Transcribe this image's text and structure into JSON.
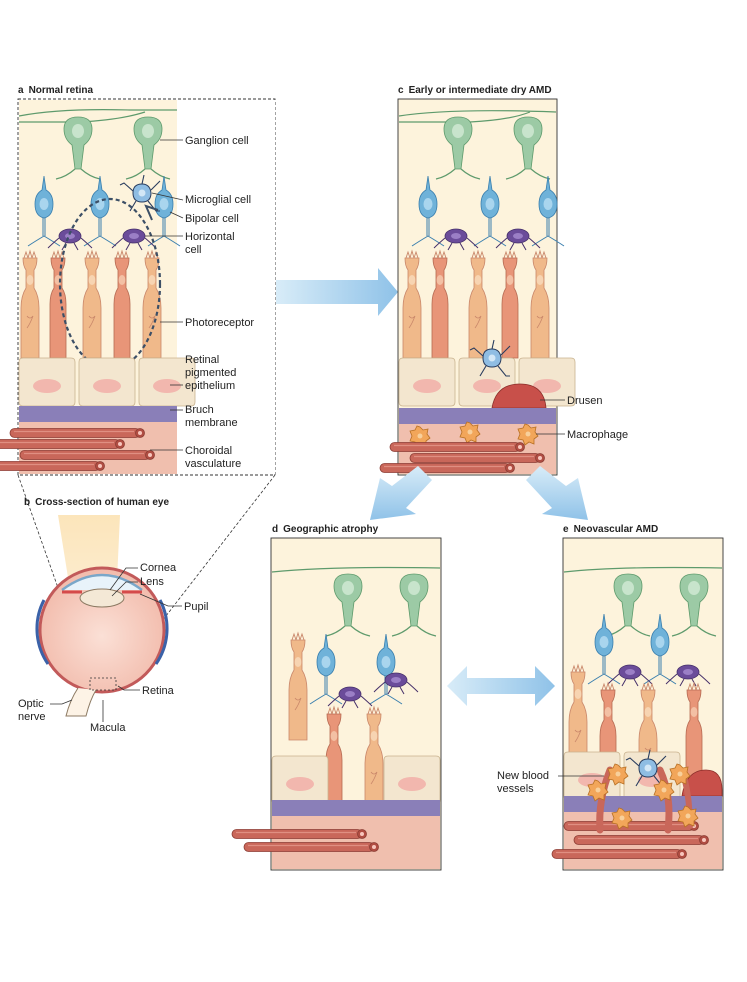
{
  "panels": {
    "a": {
      "letter": "a",
      "title": "Normal retina"
    },
    "b": {
      "letter": "b",
      "title": "Cross-section of human eye"
    },
    "c": {
      "letter": "c",
      "title": "Early or intermediate dry AMD"
    },
    "d": {
      "letter": "d",
      "title": "Geographic atrophy"
    },
    "e": {
      "letter": "e",
      "title": "Neovascular AMD"
    }
  },
  "labels_a": {
    "ganglion": "Ganglion cell",
    "microglial": "Microglial cell",
    "bipolar": "Bipolar cell",
    "horizontal_1": "Horizontal",
    "horizontal_2": "cell",
    "photoreceptor": "Photoreceptor",
    "rpe_1": "Retinal",
    "rpe_2": "pigmented",
    "rpe_3": "epithelium",
    "bruch_1": "Bruch",
    "bruch_2": "membrane",
    "choroid_1": "Choroidal",
    "choroid_2": "vasculature"
  },
  "labels_b": {
    "cornea": "Cornea",
    "lens": "Lens",
    "pupil": "Pupil",
    "retina": "Retina",
    "optic_1": "Optic",
    "optic_2": "nerve",
    "macula": "Macula"
  },
  "labels_c": {
    "drusen": "Drusen",
    "macrophage": "Macrophage"
  },
  "labels_e": {
    "vessels_1": "New blood",
    "vessels_2": "vessels"
  },
  "colors": {
    "background": "#fdf3dc",
    "ganglion": "#9ccaa5",
    "bipolar": "#6fb2d9",
    "horizontal": "#6b4c9a",
    "photoreceptor": "#f0b98a",
    "rpe": "#f3e6cf",
    "bruch": "#8a7fb8",
    "choroid": "#c9675a",
    "drusen": "#c8504a",
    "macrophage": "#f2a65a",
    "arrow": "#a9d3ee"
  }
}
